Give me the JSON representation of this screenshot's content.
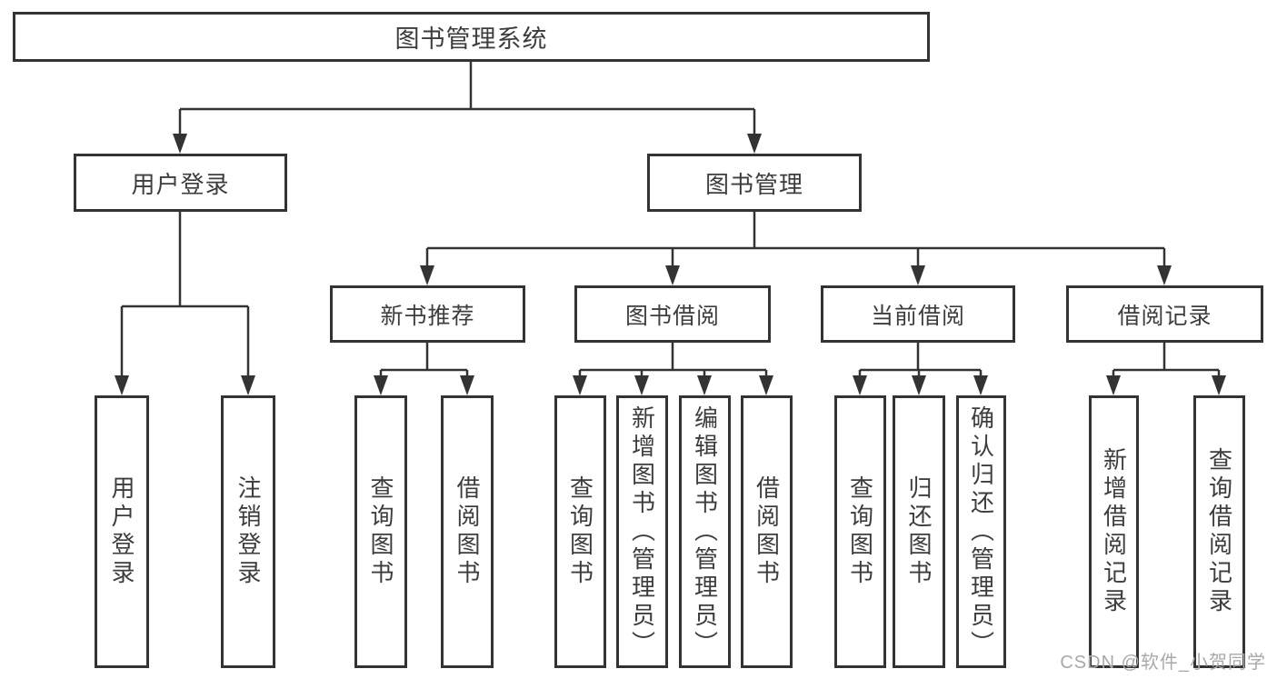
{
  "nodes": {
    "root": "图书管理系统",
    "user_login": "用户登录",
    "book_mgmt": "图书管理",
    "new_book_rec": "新书推荐",
    "book_borrow": "图书借阅",
    "current_borrow": "当前借阅",
    "borrow_records": "借阅记录",
    "leaf_user_login": "用户登录",
    "leaf_logout": "注销登录",
    "leaf_query_book_1": "查询图书",
    "leaf_borrow_book_1": "借阅图书",
    "leaf_query_book_2": "查询图书",
    "leaf_add_book": "新增图书（管理员）",
    "leaf_edit_book": "编辑图书（管理员）",
    "leaf_borrow_book_2": "借阅图书",
    "leaf_query_book_3": "查询图书",
    "leaf_return_book": "归还图书",
    "leaf_confirm_return": "确认归还（管理员）",
    "leaf_add_record": "新增借阅记录",
    "leaf_query_record": "查询借阅记录"
  },
  "hierarchy": {
    "root": [
      "user_login",
      "book_mgmt"
    ],
    "user_login": [
      "leaf_user_login",
      "leaf_logout"
    ],
    "book_mgmt": [
      "new_book_rec",
      "book_borrow",
      "current_borrow",
      "borrow_records"
    ],
    "new_book_rec": [
      "leaf_query_book_1",
      "leaf_borrow_book_1"
    ],
    "book_borrow": [
      "leaf_query_book_2",
      "leaf_add_book",
      "leaf_edit_book",
      "leaf_borrow_book_2"
    ],
    "current_borrow": [
      "leaf_query_book_3",
      "leaf_return_book",
      "leaf_confirm_return"
    ],
    "borrow_records": [
      "leaf_add_record",
      "leaf_query_record"
    ]
  },
  "watermark": "CSDN @软件_小贺同学",
  "colors": {
    "line": "#333333",
    "box_border": "#333333",
    "text": "#3d3d3d",
    "watermark": "#a9a9a9",
    "background": "#ffffff"
  }
}
